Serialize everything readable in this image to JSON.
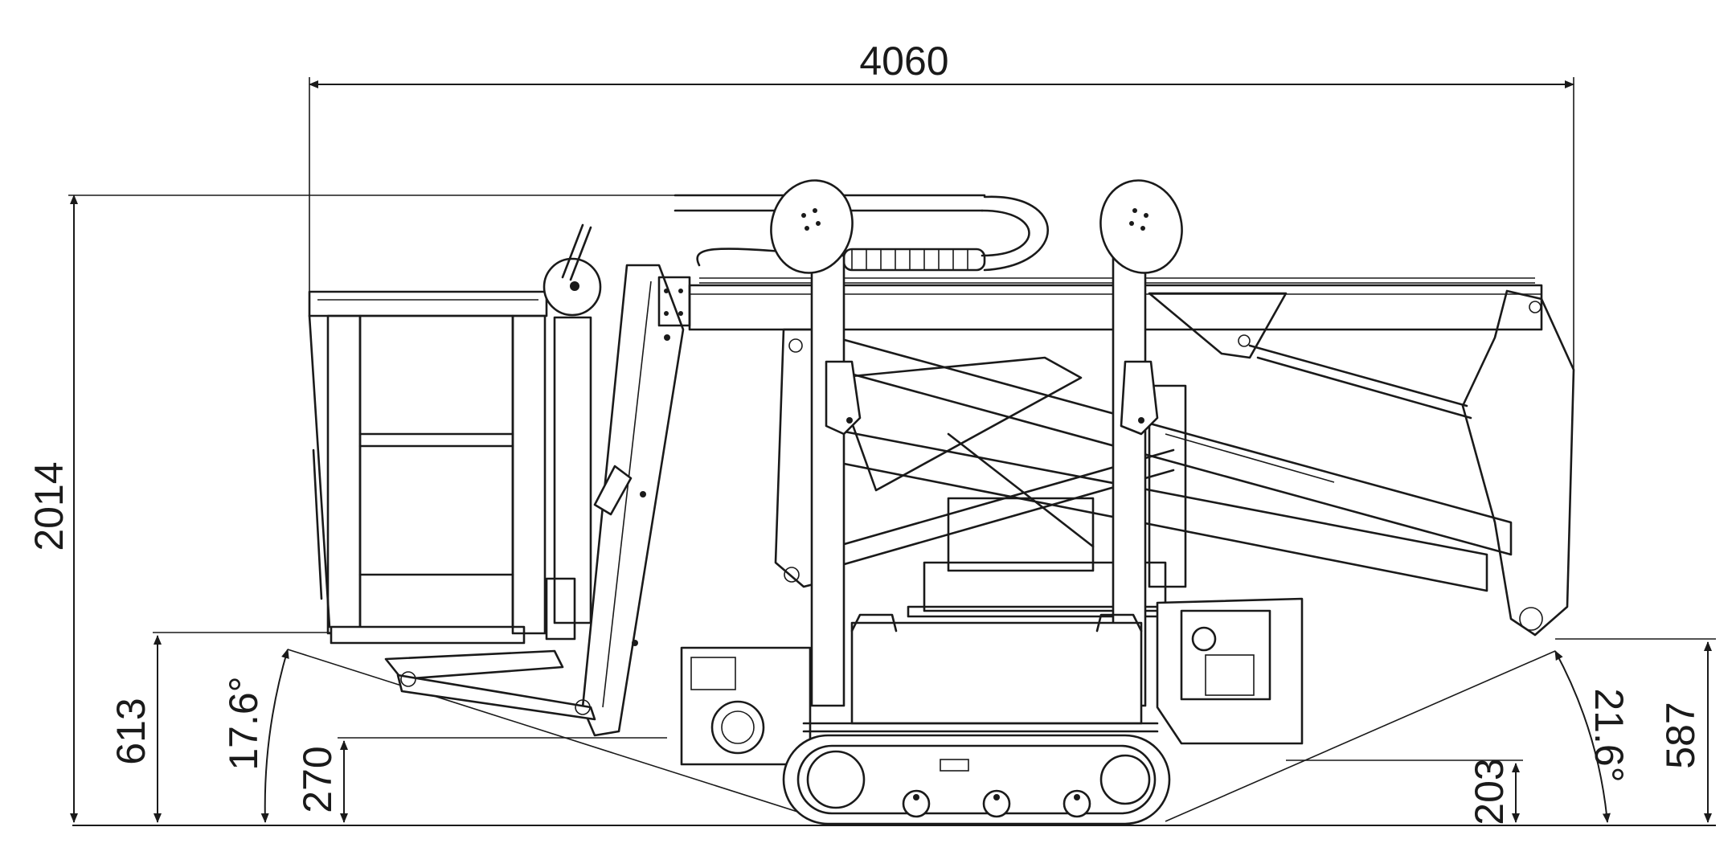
{
  "dimensions": {
    "overall_length": "4060",
    "stowed_height": "2014",
    "rear_overhang_height": "613",
    "rear_ground_clearance": "270",
    "rear_approach_angle": "17.6°",
    "front_ground_clearance": "203",
    "front_approach_angle": "21.6°",
    "front_overhang_height": "587"
  },
  "colors": {
    "line": "#1a1a1a",
    "background": "#ffffff"
  }
}
